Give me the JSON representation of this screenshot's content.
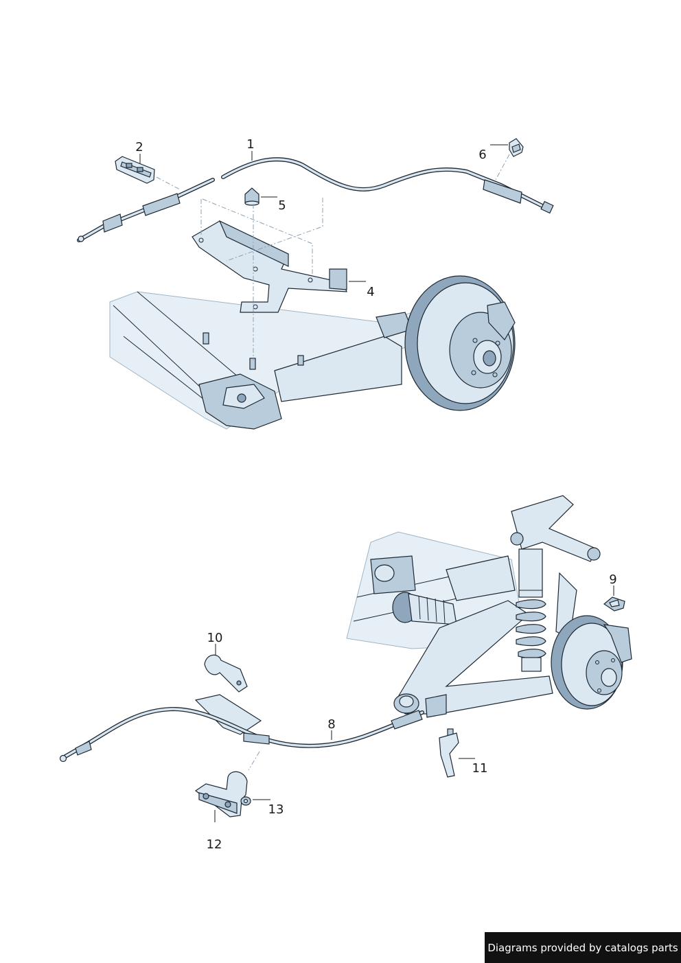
{
  "callouts": [
    {
      "id": "1",
      "label": "1"
    },
    {
      "id": "2",
      "label": "2"
    },
    {
      "id": "4",
      "label": "4"
    },
    {
      "id": "5",
      "label": "5"
    },
    {
      "id": "6",
      "label": "6"
    },
    {
      "id": "8",
      "label": "8"
    },
    {
      "id": "9",
      "label": "9"
    },
    {
      "id": "10",
      "label": "10"
    },
    {
      "id": "11",
      "label": "11"
    },
    {
      "id": "12",
      "label": "12"
    },
    {
      "id": "13",
      "label": "13"
    }
  ],
  "footer": {
    "text": "Diagrams provided by catalogs parts"
  },
  "colors": {
    "line": "#1c2732",
    "part_fill": "#dbe7f1",
    "shade": "#8ea7bd",
    "footer_bg": "#111111"
  }
}
